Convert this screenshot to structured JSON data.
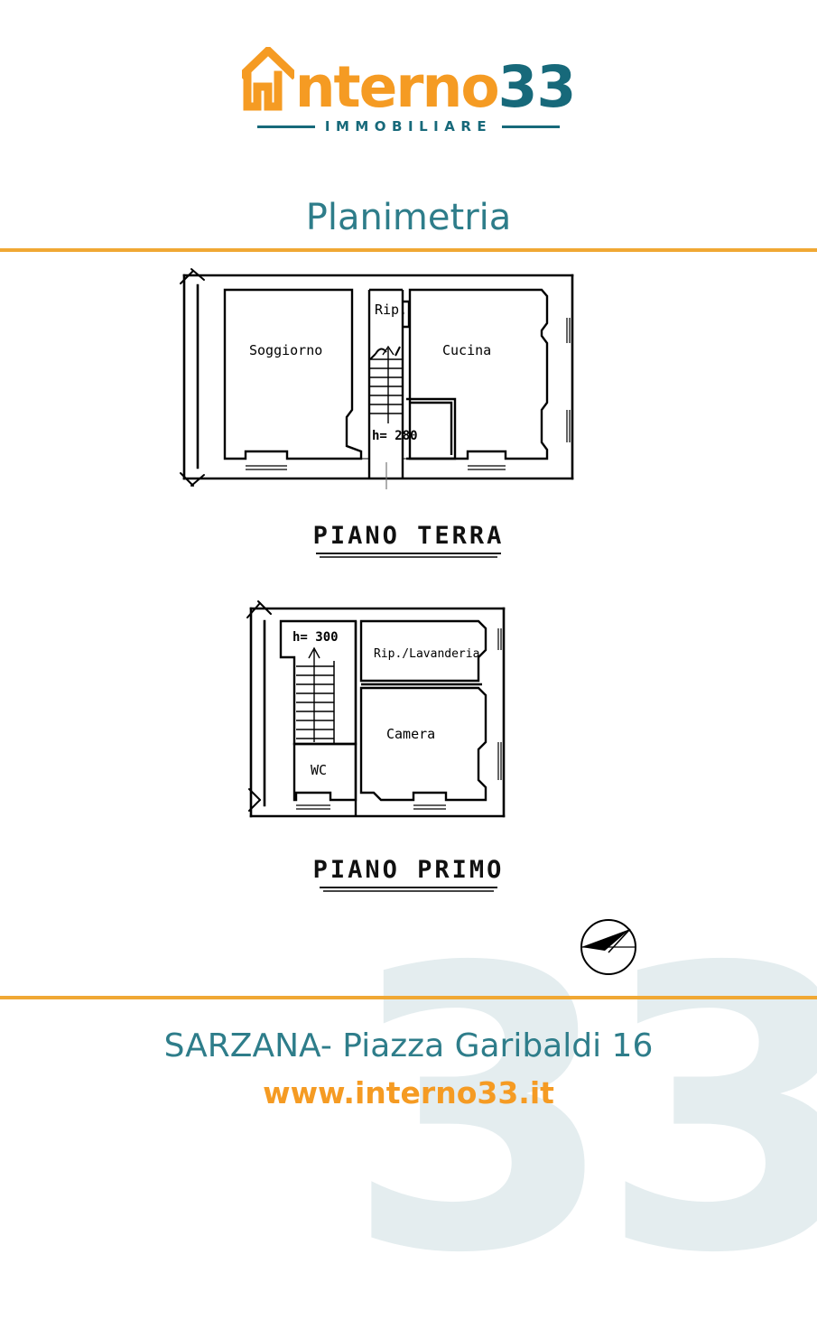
{
  "logo": {
    "icon": "house-outline-icon",
    "word_orange": "nterno",
    "word_teal": "33",
    "subtitle": "IMMOBILIARE",
    "color_orange": "#F59B23",
    "color_teal": "#17697A"
  },
  "title": "Planimetria",
  "divider_color": "#F0A834",
  "plans": {
    "ground": {
      "floor_label": "PIANO TERRA",
      "rooms": [
        {
          "name": "Soggiorno"
        },
        {
          "name": "Rip."
        },
        {
          "name": "Cucina"
        }
      ],
      "height_note": "h= 280",
      "stair_direction": "up"
    },
    "first": {
      "floor_label": "PIANO PRIMO",
      "rooms": [
        {
          "name": "Rip./Lavanderia"
        },
        {
          "name": "Camera"
        },
        {
          "name": "WC"
        }
      ],
      "height_note": "h= 300",
      "stair_direction": "up"
    }
  },
  "compass": {
    "icon": "north-arrow-compass-icon"
  },
  "footer": {
    "address": "SARZANA- Piazza Garibaldi 16",
    "website": "www.interno33.it"
  },
  "watermark": {
    "text": "33",
    "color": "#dbe7ea"
  }
}
